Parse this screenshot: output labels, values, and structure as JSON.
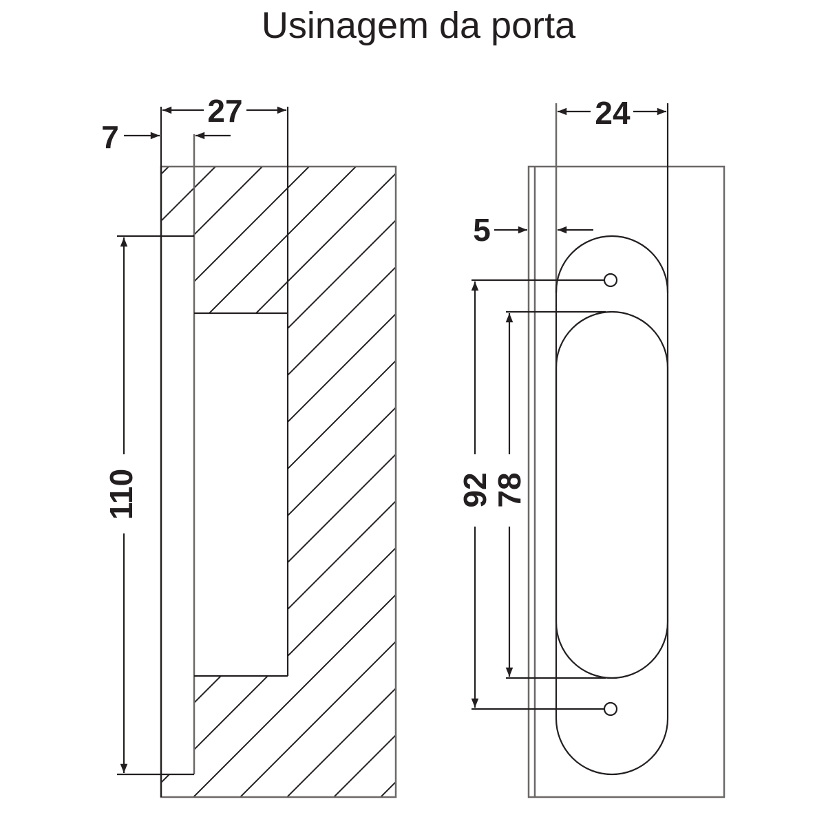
{
  "title": "Usinagem da porta",
  "left_view": {
    "dimensions": {
      "width_total": "27",
      "offset": "7",
      "height": "110"
    }
  },
  "right_view": {
    "dimensions": {
      "width": "24",
      "offset": "5",
      "hole_spacing": "92",
      "inner_length": "78"
    }
  },
  "colors": {
    "line": "#231f20",
    "frame": "#6d6868"
  }
}
